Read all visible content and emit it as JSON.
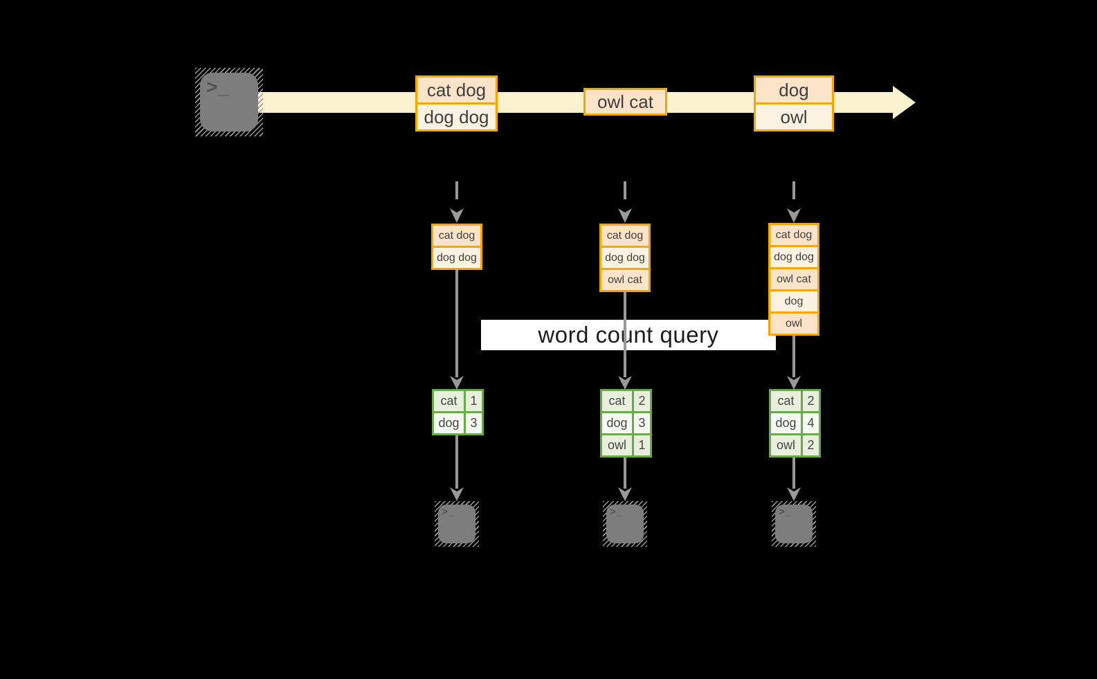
{
  "diagram": {
    "query_label": "word count query",
    "stream_boxes": [
      {
        "cells": [
          "cat dog",
          "dog dog"
        ]
      },
      {
        "cells": [
          "owl cat"
        ]
      },
      {
        "cells": [
          "dog",
          "owl"
        ]
      }
    ],
    "columns": [
      {
        "state": [
          "cat dog",
          "dog dog"
        ],
        "counts": [
          {
            "word": "cat",
            "count": "1"
          },
          {
            "word": "dog",
            "count": "3"
          }
        ]
      },
      {
        "state": [
          "cat dog",
          "dog dog",
          "owl cat"
        ],
        "counts": [
          {
            "word": "cat",
            "count": "2"
          },
          {
            "word": "dog",
            "count": "3"
          },
          {
            "word": "owl",
            "count": "1"
          }
        ]
      },
      {
        "state": [
          "cat dog",
          "dog dog",
          "owl cat",
          "dog",
          "owl"
        ],
        "counts": [
          {
            "word": "cat",
            "count": "2"
          },
          {
            "word": "dog",
            "count": "4"
          },
          {
            "word": "owl",
            "count": "2"
          }
        ]
      }
    ],
    "icons": {
      "terminal_prompt": ">_"
    },
    "colors": {
      "stream_band": "#FAF1CE",
      "orange_border": "#F2A705",
      "peach_fill": "#FAE3C7",
      "cream_fill": "#FCF2E1",
      "green_border": "#6AAA4D",
      "green_fill": "#E8EFDC",
      "green_fill_light": "#F7FAF3",
      "arrow_gray": "#999999",
      "terminal_gray": "#7D7D7D",
      "query_band_bg": "#FFFFFF"
    }
  }
}
